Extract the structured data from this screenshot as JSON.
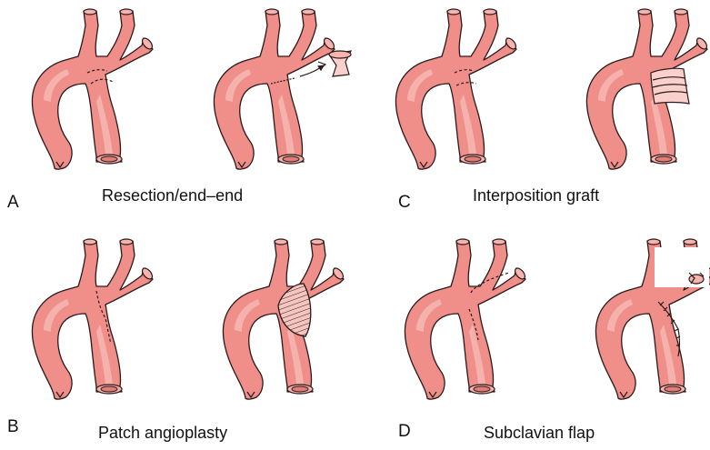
{
  "panels": [
    {
      "letter": "A",
      "caption": "Resection/end–end"
    },
    {
      "letter": "C",
      "caption": "Interposition graft"
    },
    {
      "letter": "B",
      "caption": "Patch angioplasty"
    },
    {
      "letter": "D",
      "caption": "Subclavian flap"
    }
  ],
  "colors": {
    "vessel": "#f08e8a",
    "highlight": "#f6b9b3",
    "outline": "#2a1a1a"
  }
}
